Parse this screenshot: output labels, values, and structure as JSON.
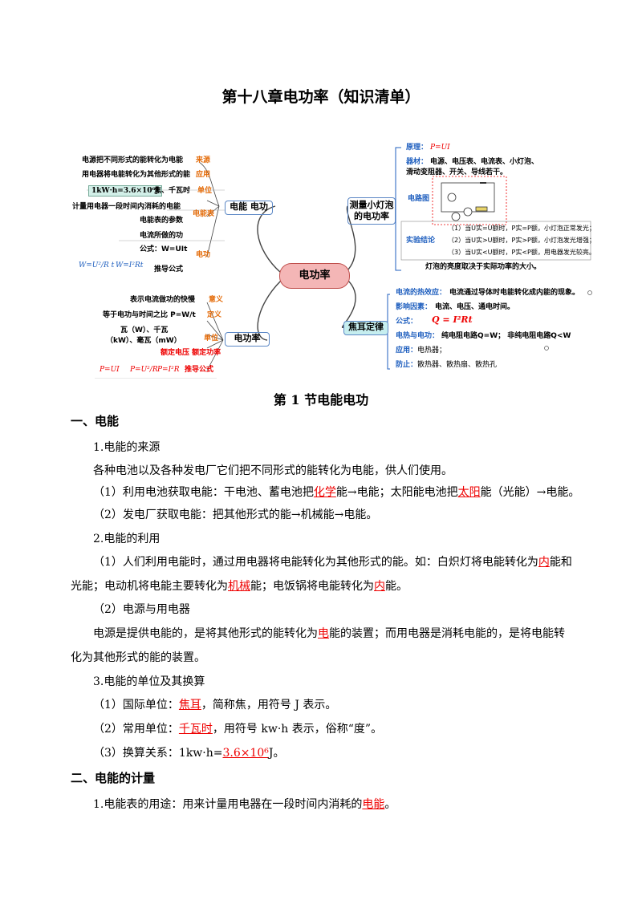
{
  "doc": {
    "title": "第十八章电功率（知识清单）",
    "section1_title": "第 1 节电能电功"
  },
  "mindmap": {
    "center": "电功率",
    "left_top": {
      "node": "电能 电功",
      "row1_text": "电源把不同形式的能转化为电能",
      "row1_tag": "来源",
      "row2_text": "用电器将电能转化为其他形式的能",
      "row2_tag": "应用",
      "row3_formula": "1kW·h=3.6×10⁶J",
      "row3_text": "焦、千瓦时",
      "row3_tag": "单位",
      "row4_text": "计量用电器一段时间内消耗的电能",
      "row4b_text": "电能表的参数",
      "row4_tag": "电能表",
      "row5_text": "电流所做的功",
      "row6_text": "公式：W=UIt",
      "row56_tag": "电功",
      "row7_formula1": "W=U²/R t",
      "row7_formula2": "W=I²Rt",
      "row7_text": "推导公式"
    },
    "left_bottom": {
      "node": "电功率",
      "row1_text": "表示电流做功的快慢",
      "row1_tag": "意义",
      "row2_text": "等于电功与时间之比 P=W/t",
      "row2_tag": "定义",
      "row3_text": "瓦（W）、千瓦",
      "row3b_text": "（kW）、毫瓦（mW）",
      "row3_tag": "单位",
      "row4_text": "额定电压 额定功率",
      "row5_formula1": "P=UI",
      "row5_formula2": "P=U²/R",
      "row5_formula3": "P=I²R",
      "row5_tag": "推导公式"
    },
    "right_top": {
      "node": "测量小灯泡的电功率",
      "principle_label": "原理：",
      "principle_value": "P=UI",
      "equipment_label": "器材：",
      "equipment_value": "电源、电压表、电流表、小灯泡、",
      "equipment_value2": "滑动变阻器、开关、导线若干。",
      "circuit_label": "电路图",
      "conclusion_label": "实验结论",
      "conclusion1": "（1）当U实=U额时，P实=P额，小灯泡正常发光；",
      "conclusion2": "（2）当U实>U额时，P实>P额，小灯泡发光增强；",
      "conclusion3": "（3）当U实<U额时，P实<P额，用电器发光较亮。",
      "note": "灯泡的亮度取决于实际功率的大小。"
    },
    "right_bottom": {
      "node": "焦耳定律",
      "row1_label": "电流的热效应：",
      "row1_value": "电流通过导体时电能转化成内能的现象。",
      "row2_label": "影响因素：",
      "row2_value": "电流、电压、通电时间。",
      "row3_label": "公式：",
      "row3_value": "Q = I²Rt",
      "row4_label": "电热与电功：",
      "row4_value": "纯电阻电路Q=W；  非纯电阻电路Q<W",
      "row5_label": "应用：",
      "row5_value": "电热器；",
      "row6_label": "防止：",
      "row6_value": "散热器、散热扇、散热孔"
    }
  },
  "body": {
    "h1": "一、电能",
    "s1": "1.电能的来源",
    "p1": "各种电池以及各种发电厂它们把不同形式的能转化为电能，供人们使用。",
    "p2a": "（1）利用电池获取电能：干电池、蓄电池把",
    "p2b": "化学",
    "p2c": "能→电能；太阳能电池把",
    "p2d": "太阳",
    "p2e": "能（光能）→电能。",
    "p3": "（2）发电厂获取电能：把其他形式的能→机械能→电能。",
    "s2": "2.电能的利用",
    "p4a": "（1）人们利用电能时，通过用电器将电能转化为其他形式的能。如：白炽灯将电能转化为",
    "p4b": "内",
    "p4c": "能和",
    "p5a": "光能；电动机将电能主要转化为",
    "p5b": "机械",
    "p5c": "能；电饭锅将电能转化为",
    "p5d": "内",
    "p5e": "能。",
    "p6": "（2）电源与用电器",
    "p7a": "电源是提供电能的，是将其他形式的能转化为",
    "p7b": "电",
    "p7c": "能的装置；而用电器是消耗电能的，是将电能转",
    "p8": "化为其他形式的能的装置。",
    "s3": "3.电能的单位及其换算",
    "p9a": "（1）国际单位：",
    "p9b": "焦耳",
    "p9c": "，简称焦，用符号 J 表示。",
    "p10a": "（2）常用单位：",
    "p10b": "千瓦时",
    "p10c": "，用符号 kw·h 表示，俗称“度”。",
    "p11a": "（3）换算关系：1kw·h=",
    "p11b": "3.6×10⁶",
    "p11c": "J。",
    "h2": "二、电能的计量",
    "p12a": "1.电能表的用途：用来计量用电器在一段时间内消耗的",
    "p12b": "电能",
    "p12c": "。"
  }
}
